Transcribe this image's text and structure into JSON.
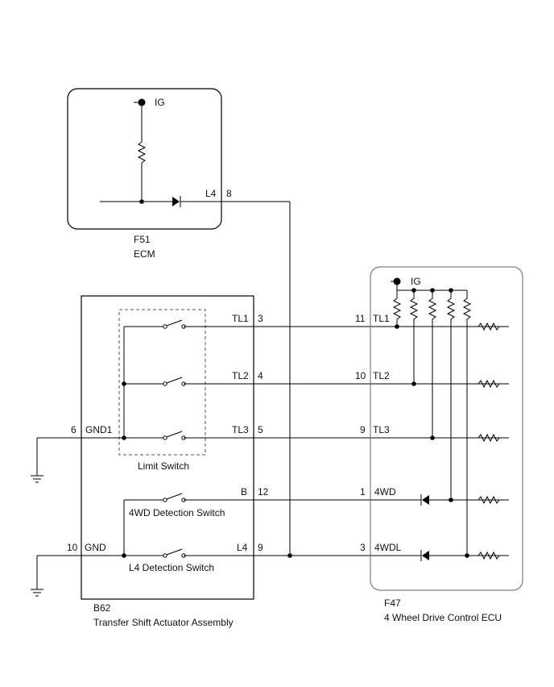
{
  "ecm": {
    "code": "F51",
    "name": "ECM",
    "ig": "IG",
    "term_name": "L4",
    "term_pin": "8"
  },
  "actuator": {
    "code": "B62",
    "name": "Transfer Shift Actuator Assembly",
    "limit_switch": "Limit Switch",
    "det4wd": "4WD Detection Switch",
    "detl4": "L4 Detection Switch",
    "terms": [
      {
        "name": "TL1",
        "pin": "3"
      },
      {
        "name": "TL2",
        "pin": "4"
      },
      {
        "name": "TL3",
        "pin": "5"
      },
      {
        "name": "B",
        "pin": "12"
      },
      {
        "name": "L4",
        "pin": "9"
      },
      {
        "name": "GND1",
        "pin": "6"
      },
      {
        "name": "GND",
        "pin": "10"
      }
    ]
  },
  "ecu4wd": {
    "code": "F47",
    "name": "4 Wheel Drive Control ECU",
    "ig": "IG",
    "terms": [
      {
        "name": "TL1",
        "pin": "11"
      },
      {
        "name": "TL2",
        "pin": "10"
      },
      {
        "name": "TL3",
        "pin": "9"
      },
      {
        "name": "4WD",
        "pin": "1"
      },
      {
        "name": "4WDL",
        "pin": "3"
      }
    ]
  }
}
